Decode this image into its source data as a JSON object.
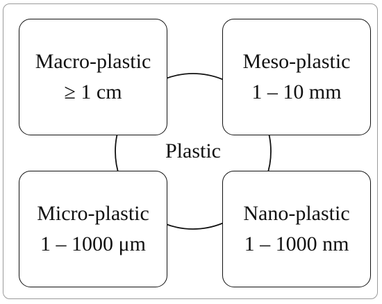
{
  "center": {
    "label": "Plastic"
  },
  "categories": [
    {
      "id": "macro",
      "name": "Macro-plastic",
      "size": "≥ 1 cm"
    },
    {
      "id": "meso",
      "name": "Meso-plastic",
      "size": "1 – 10 mm"
    },
    {
      "id": "micro",
      "name": "Micro-plastic",
      "size": "1 – 1000 μm"
    },
    {
      "id": "nano",
      "name": "Nano-plastic",
      "size": "1 – 1000 nm"
    }
  ],
  "colors": {
    "stroke": "#111111",
    "frame": "#9a9a9a",
    "background": "#ffffff"
  }
}
